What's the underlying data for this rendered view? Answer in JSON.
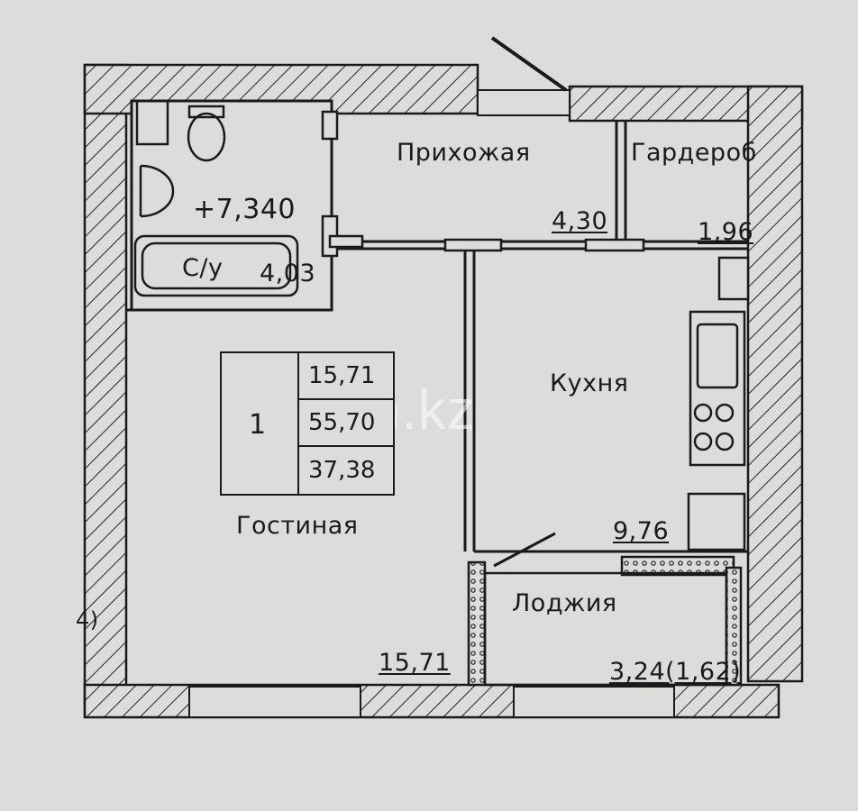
{
  "plan": {
    "rooms": {
      "hallway": {
        "name": "Прихожая",
        "area": "4,30"
      },
      "wardrobe": {
        "name": "Гардероб",
        "area": "1,96"
      },
      "bathroom": {
        "name": "С/у",
        "area": "4,03",
        "level": "+7,340"
      },
      "kitchen": {
        "name": "Кухня",
        "area": "9,76"
      },
      "living": {
        "name": "Гостиная",
        "area": "15,71"
      },
      "loggia": {
        "name": "Лоджия",
        "area": "3,24(1,62)"
      }
    },
    "stamp": {
      "rooms_count": "1",
      "living_area": "15,71",
      "total_area": "55,70",
      "useful_area": "37,38"
    },
    "axis_mark": "4)",
    "watermark": "kn.kz"
  }
}
